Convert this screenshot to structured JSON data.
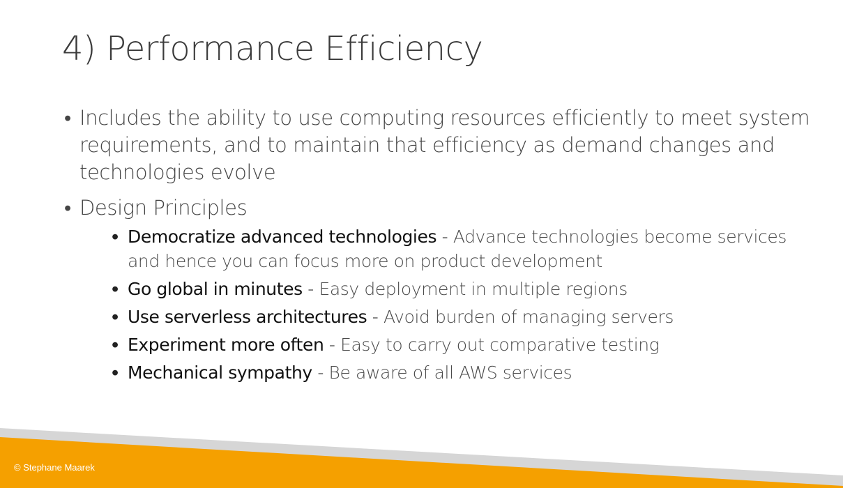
{
  "slide": {
    "title": "4) Performance Efficiency",
    "bullets": [
      {
        "marker": "•",
        "text": "Includes the ability to use computing resources efficiently to meet system requirements, and to maintain that efficiency as demand changes and technologies evolve"
      },
      {
        "marker": "•",
        "text": "Design Principles",
        "sub_items": [
          {
            "marker": "•",
            "term": "Democratize advanced technologies",
            "sep": " - ",
            "desc": "Advance technologies become services and hence you can focus more on product development"
          },
          {
            "marker": "•",
            "term": "Go global in minutes",
            "sep": " - ",
            "desc": "Easy deployment in multiple regions"
          },
          {
            "marker": "•",
            "term": "Use serverless architectures",
            "sep": " - ",
            "desc": "Avoid burden of managing servers"
          },
          {
            "marker": "•",
            "term": "Experiment more often",
            "sep": " - ",
            "desc": "Easy to carry out comparative testing"
          },
          {
            "marker": "•",
            "term": "Mechanical sympathy",
            "sep": " - ",
            "desc": "Be aware of all AWS services"
          }
        ]
      }
    ]
  },
  "footer": {
    "copyright": "© Stephane Maarek",
    "accent_color": "#f5a000",
    "stripe_color": "#d6d6d6"
  }
}
